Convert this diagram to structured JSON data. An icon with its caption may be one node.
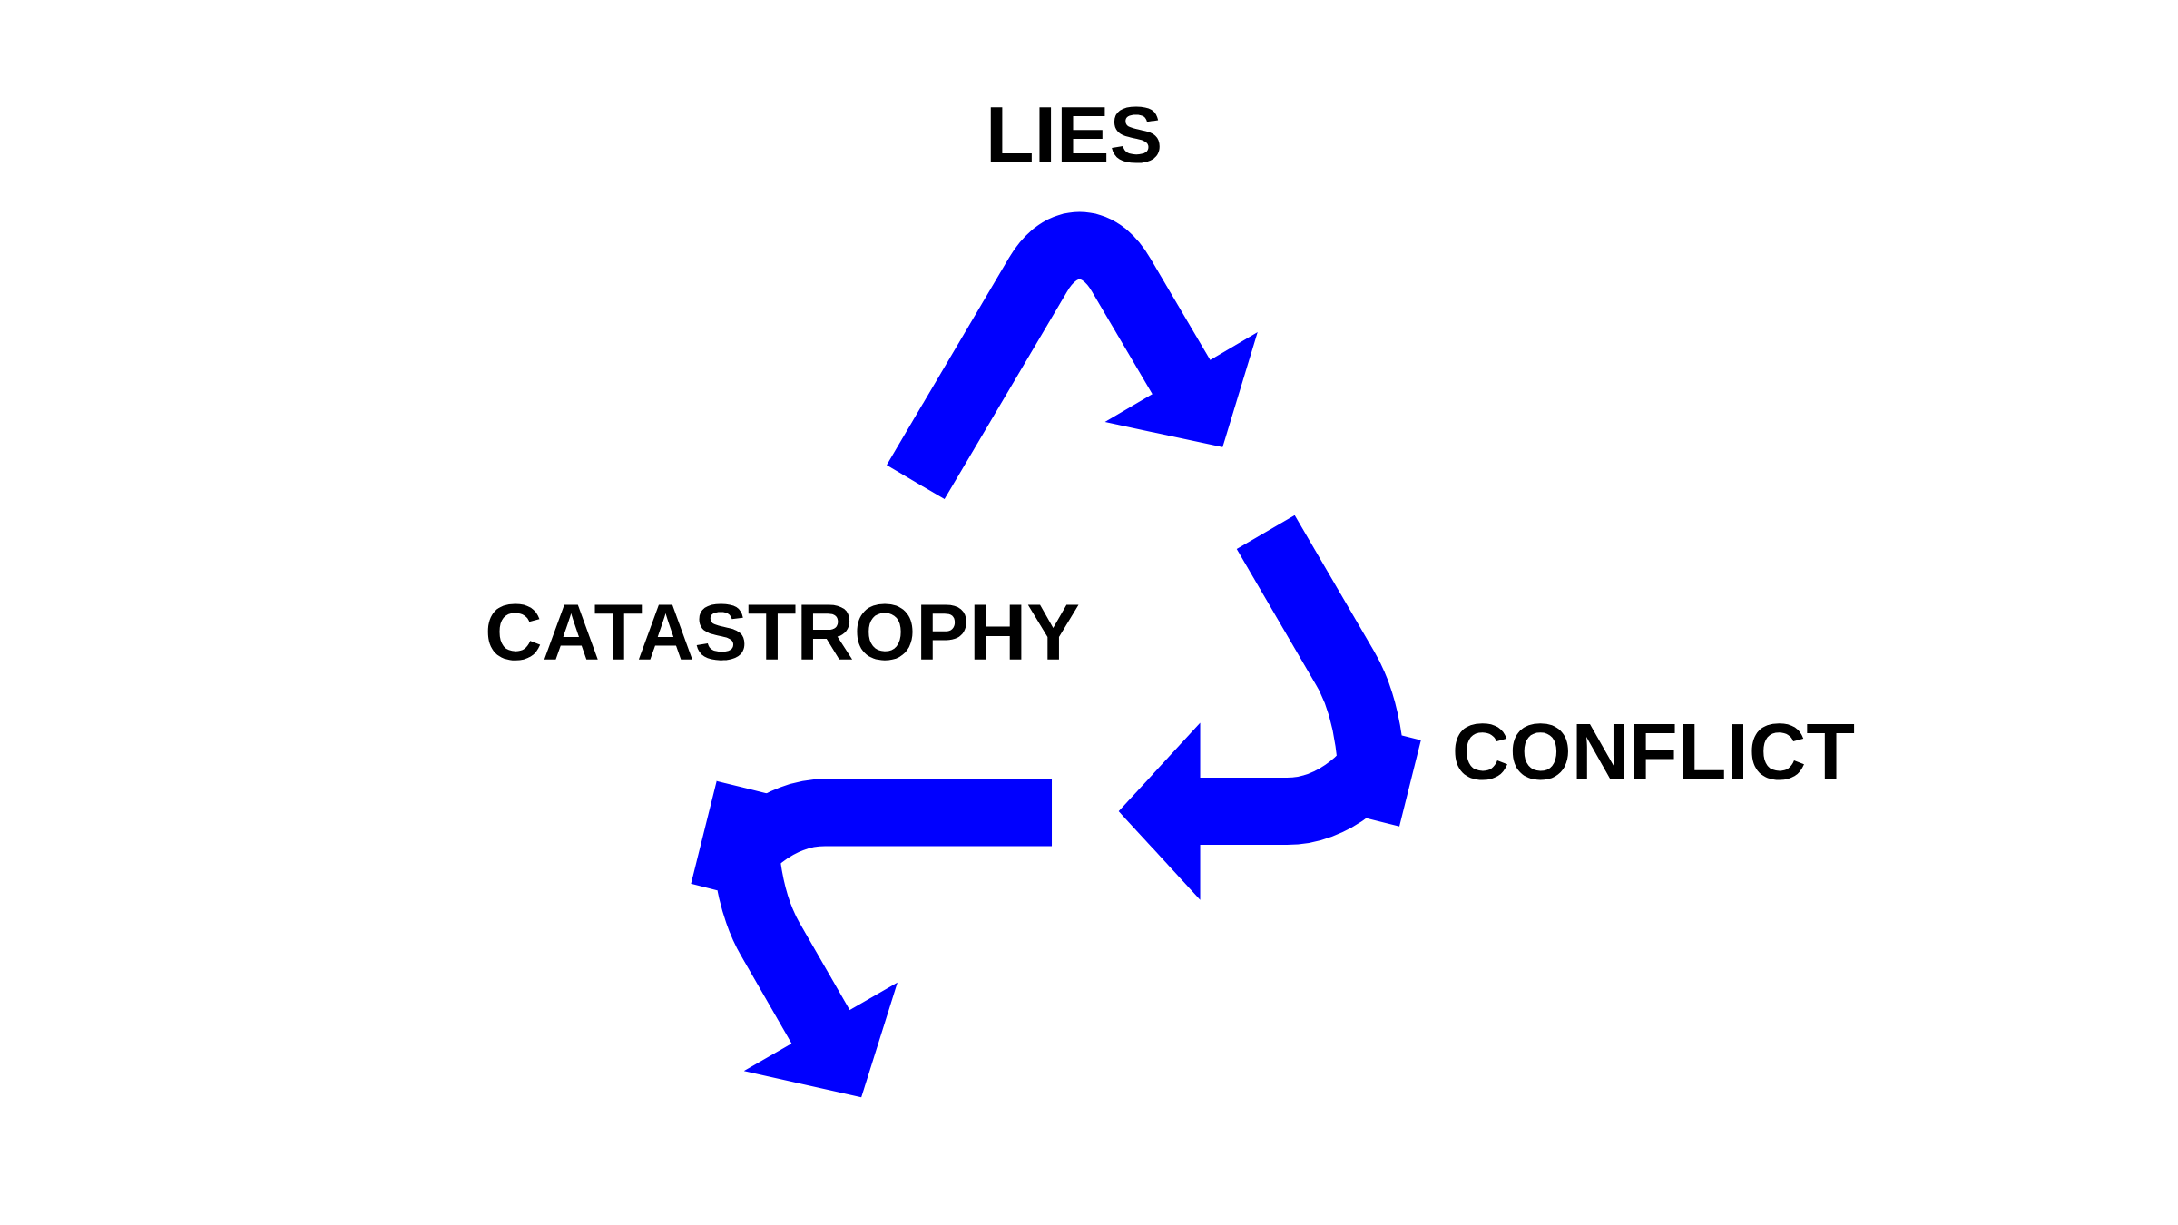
{
  "diagram": {
    "labels": [
      "LIES",
      "CATASTROPHY",
      "CONFLICT"
    ]
  }
}
